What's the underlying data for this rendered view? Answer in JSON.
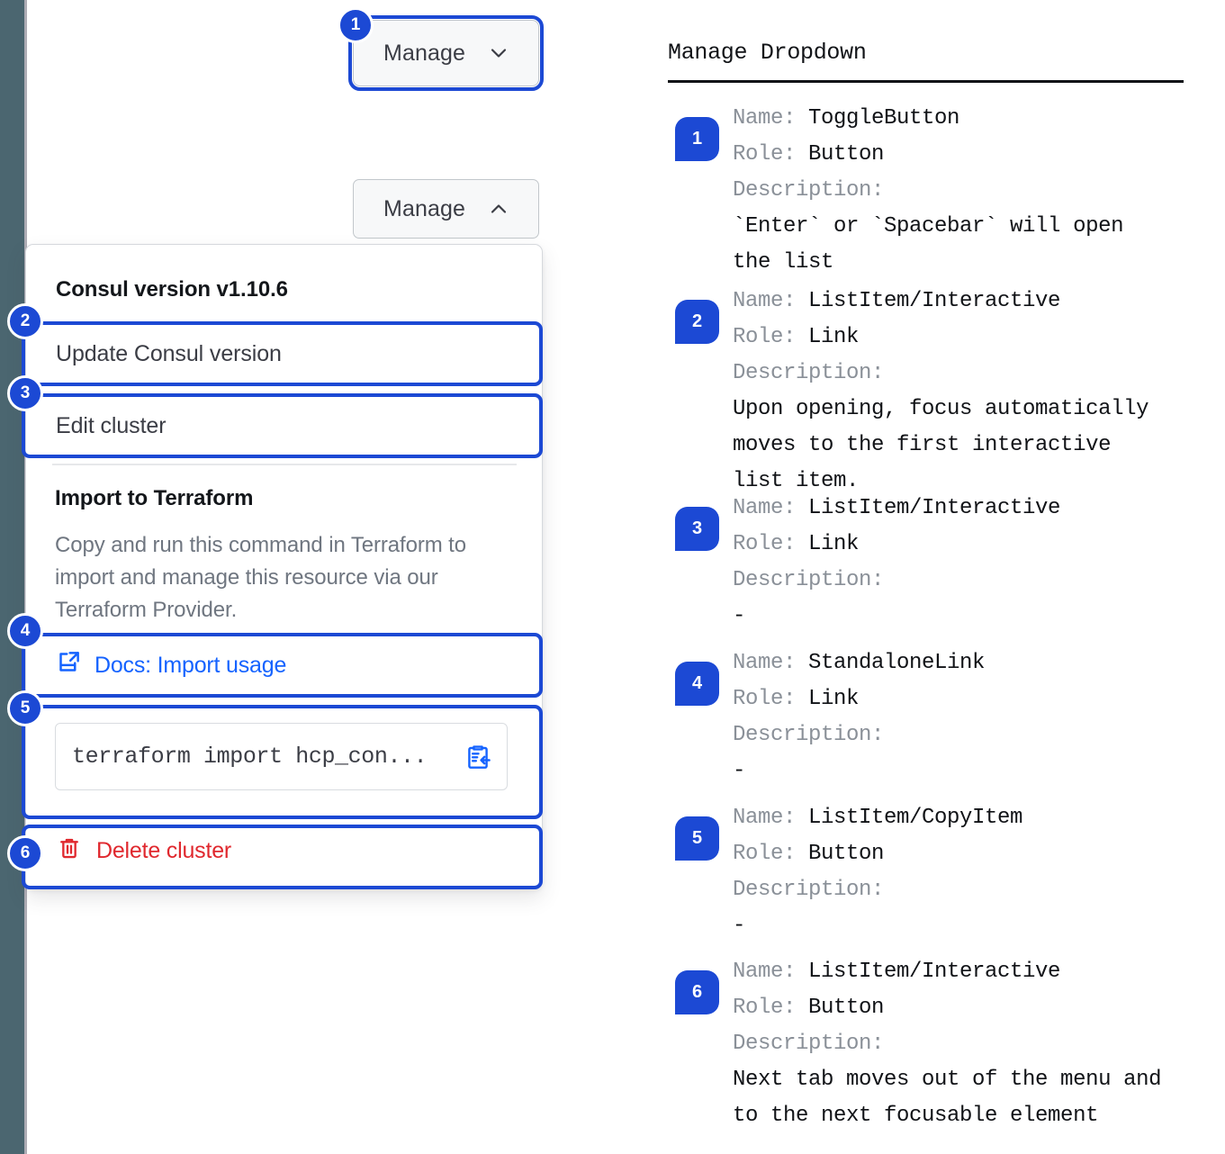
{
  "app": {
    "rail_color": "#4b6670",
    "accent_blue": "#1c49d4",
    "link_blue": "#1563ff",
    "danger_red": "#e0282e"
  },
  "buttons": {
    "manage_closed": {
      "label": "Manage",
      "icon": "chevron-down-icon"
    },
    "manage_open": {
      "label": "Manage",
      "icon": "chevron-up-icon"
    }
  },
  "dropdown": {
    "section_version_header": "Consul version v1.10.6",
    "item_update": "Update Consul version",
    "item_edit": "Edit cluster",
    "terraform": {
      "title": "Import to Terraform",
      "description": "Copy and run this command in Terraform to import and manage this resource via our Terraform Provider.",
      "docs_link": "Docs: Import usage",
      "docs_icon": "external-link-icon",
      "command": "terraform import hcp_con...",
      "copy_icon": "copy-clipboard-icon"
    },
    "delete": {
      "label": "Delete cluster",
      "icon": "trash-icon"
    }
  },
  "callout_numbers": [
    "1",
    "2",
    "3",
    "4",
    "5",
    "6"
  ],
  "docs": {
    "title": "Manage Dropdown",
    "labels": {
      "name": "Name:",
      "role": "Role:",
      "description": "Description:"
    },
    "entries": [
      {
        "num": "1",
        "name": "ToggleButton",
        "role": "Button",
        "description_lines": [
          "`Enter` or `Spacebar` will open",
          "the list"
        ]
      },
      {
        "num": "2",
        "name": "ListItem/Interactive",
        "role": "Link",
        "description_lines": [
          "Upon opening, focus automatically",
          "moves to the first interactive",
          "list item."
        ]
      },
      {
        "num": "3",
        "name": "ListItem/Interactive",
        "role": "Link",
        "description_lines": [
          "-"
        ]
      },
      {
        "num": "4",
        "name": "StandaloneLink",
        "role": "Link",
        "description_lines": [
          "-"
        ]
      },
      {
        "num": "5",
        "name": "ListItem/CopyItem",
        "role": "Button",
        "description_lines": [
          "-"
        ]
      },
      {
        "num": "6",
        "name": "ListItem/Interactive",
        "role": "Button",
        "description_lines": [
          "Next tab moves out of the menu and",
          "to the next focusable element"
        ]
      }
    ]
  }
}
